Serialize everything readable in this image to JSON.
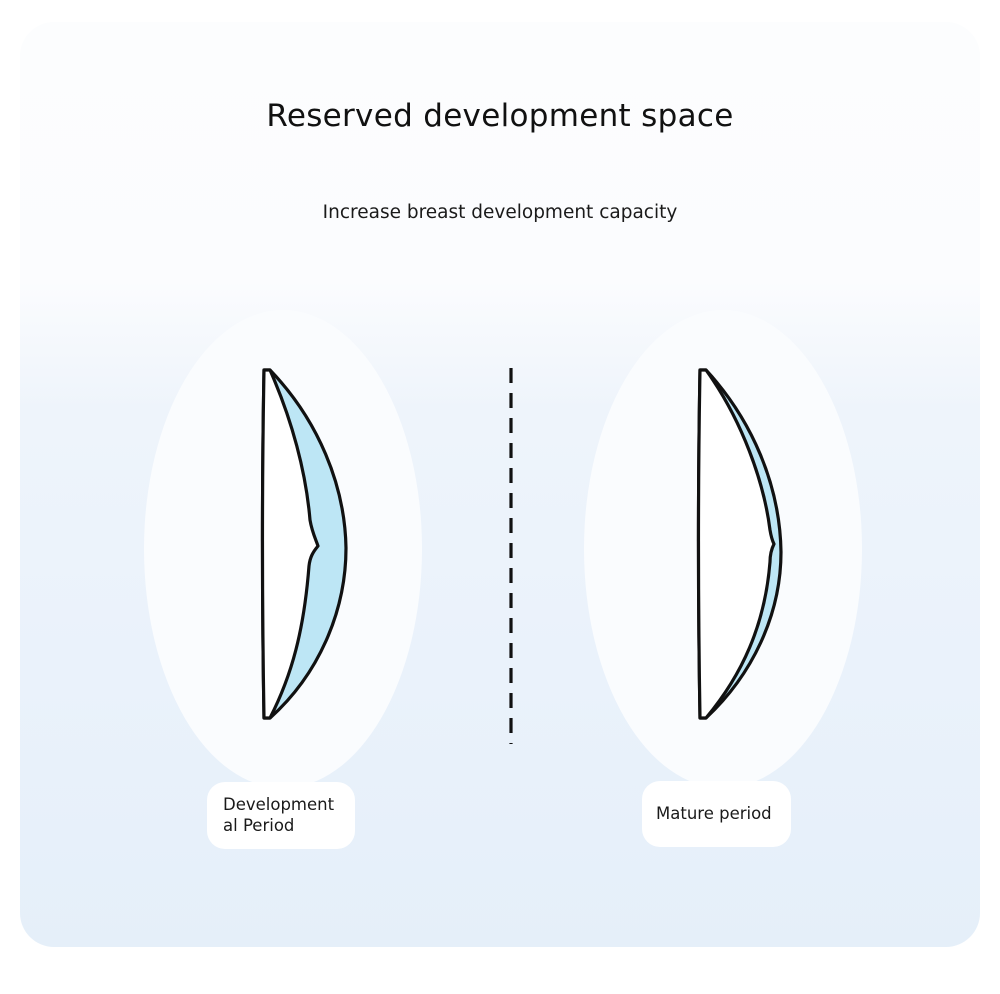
{
  "title": "Reserved development space",
  "subtitle": "Increase breast development capacity",
  "panels": [
    {
      "label_line1": "Development",
      "label_line2": "al Period"
    },
    {
      "label": "Mature period"
    }
  ],
  "colors": {
    "fill": "#bde6f5",
    "outline": "#111111",
    "divider": "#111111"
  }
}
